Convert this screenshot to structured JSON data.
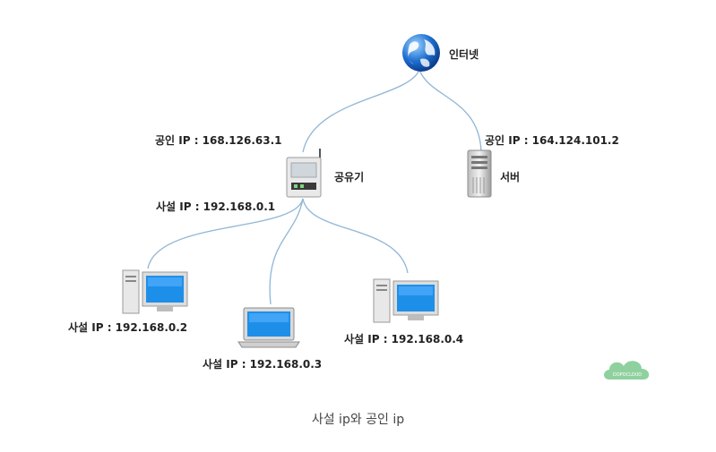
{
  "diagram": {
    "internet": {
      "label": "인터넷",
      "icon": "globe-icon"
    },
    "router": {
      "label": "공유기",
      "icon": "router-icon",
      "public_ip": "공인 IP : 168.126.63.1",
      "private_ip": "사설 IP : 192.168.0.1"
    },
    "server": {
      "label": "서버",
      "icon": "server-icon",
      "public_ip": "공인 IP : 164.124.101.2"
    },
    "clients": [
      {
        "icon": "desktop-computer-icon",
        "ip": "사설 IP : 192.168.0.2"
      },
      {
        "icon": "laptop-icon",
        "ip": "사설 IP : 192.168.0.3"
      },
      {
        "icon": "desktop-computer-icon",
        "ip": "사설 IP : 192.168.0.4"
      }
    ],
    "watermark": {
      "text": "DOPOCLOUD",
      "color": "#8fd19e"
    },
    "wire_color": "#8fb6d6"
  },
  "caption": "사설 ip와 공인 ip"
}
